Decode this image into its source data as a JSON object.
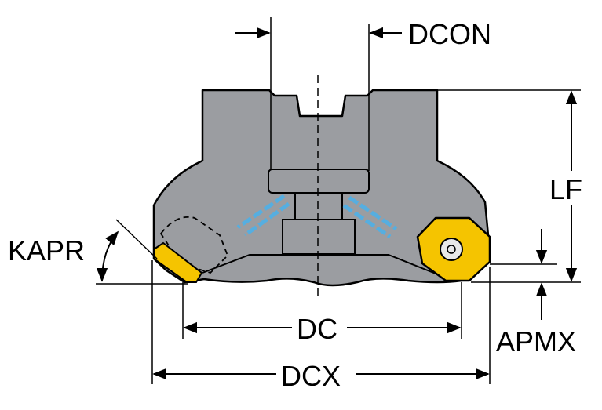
{
  "labels": {
    "dcon": "DCON",
    "lf": "LF",
    "kapr": "KAPR",
    "dc": "DC",
    "apmx": "APMX",
    "dcx": "DCX"
  },
  "colors": {
    "body": "#9b9da1",
    "outline": "#000000",
    "insert": "#f5c400",
    "coolant": "#56aee0",
    "background": "#ffffff"
  }
}
